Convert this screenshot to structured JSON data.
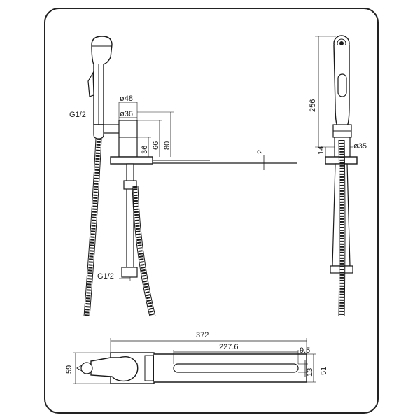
{
  "colors": {
    "ink": "#1a1a1a",
    "paper": "#ffffff",
    "frame": "#222222"
  },
  "front_view": {
    "thread_top": "G1/2",
    "thread_bottom": "G1/2",
    "dia_outer": "ø48",
    "dia_inner": "ø36",
    "dim_36": "36",
    "dim_66": "66",
    "dim_80": "80",
    "dim_2": "2"
  },
  "side_view": {
    "dim_256": "256",
    "dim_14": "14",
    "dia_35": "ø35"
  },
  "top_view": {
    "dim_372": "372",
    "dim_227_6": "227.6",
    "dim_9_5": "9.5",
    "dim_13": "13",
    "dim_51": "51",
    "dim_59": "59"
  }
}
